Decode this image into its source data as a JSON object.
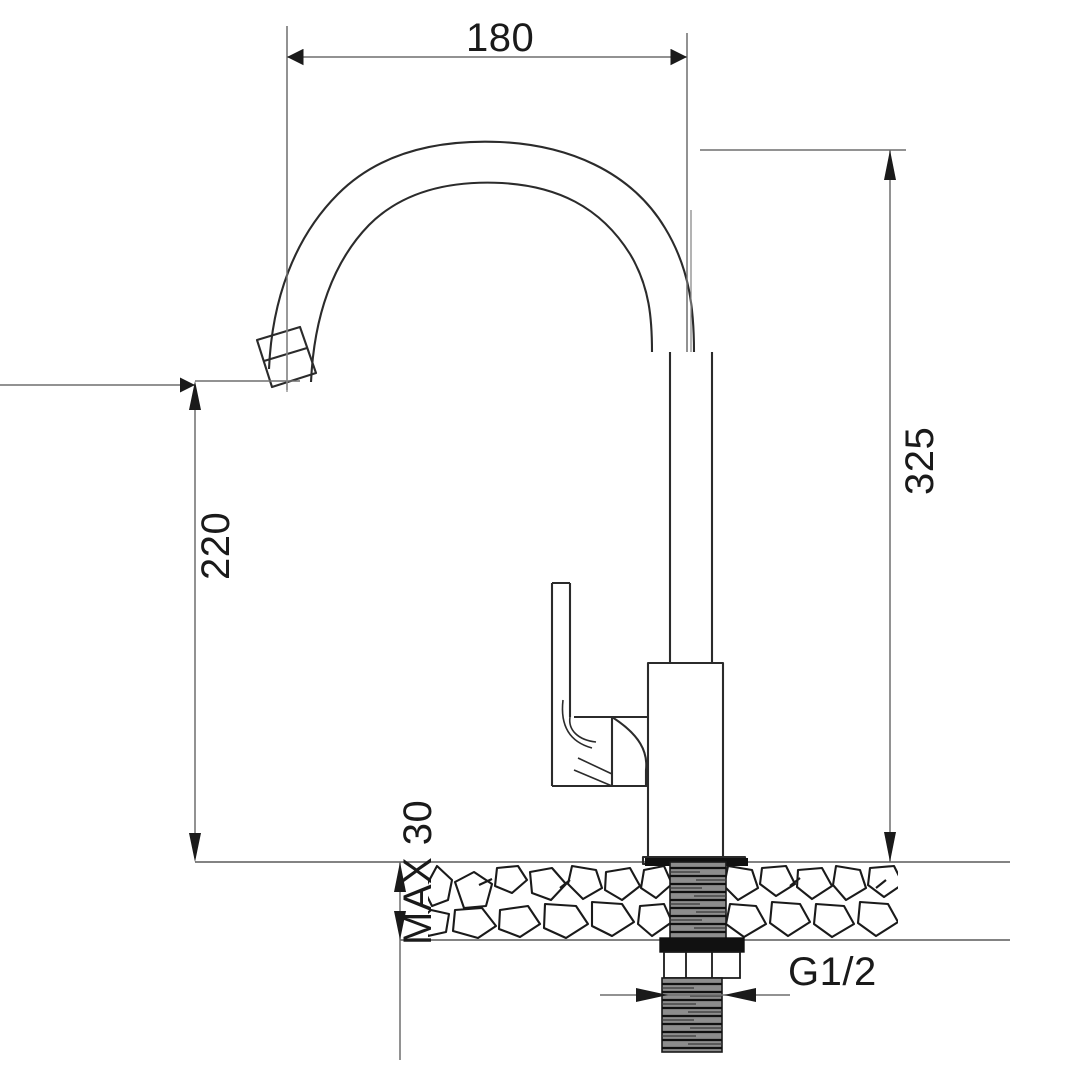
{
  "drawing": {
    "title": "Kitchen mixer tap dimensional drawing",
    "subject": "single-lever gooseneck kitchen faucet",
    "units": "mm",
    "line_color": "#2b2b2b",
    "dim_line_color": "#555555",
    "background": "#ffffff"
  },
  "dimensions": {
    "spout_reach": {
      "label": "180",
      "orientation": "horizontal",
      "description": "horizontal reach from spout outlet to faucet body centerline"
    },
    "spout_height": {
      "label": "220",
      "orientation": "vertical-rotated",
      "description": "height from countertop surface to spout outlet"
    },
    "total_height": {
      "label": "325",
      "orientation": "vertical-rotated",
      "description": "overall height from countertop surface to top of gooseneck"
    },
    "counter_thickness": {
      "label": "MAX 30",
      "orientation": "vertical-rotated",
      "description": "maximum mounting countertop thickness"
    },
    "thread_size": {
      "label": "G1/2",
      "orientation": "horizontal",
      "description": "threaded connection shank size"
    }
  },
  "parts": [
    {
      "name": "aerator",
      "note": "angled outlet tip at end of gooseneck"
    },
    {
      "name": "gooseneck-spout",
      "note": "C-shaped curved tube"
    },
    {
      "name": "body-column",
      "note": "vertical cylindrical body"
    },
    {
      "name": "lever-handle",
      "note": "single lever control arm"
    },
    {
      "name": "cartridge-housing",
      "note": "rounded valve housing"
    },
    {
      "name": "base-flange",
      "note": "escutcheon resting on countertop"
    },
    {
      "name": "countertop",
      "note": "stone cross-section hatch"
    },
    {
      "name": "threaded-shank",
      "note": "hatched thread below counter"
    },
    {
      "name": "mounting-nut",
      "note": "hex nut and washer under counter"
    }
  ]
}
